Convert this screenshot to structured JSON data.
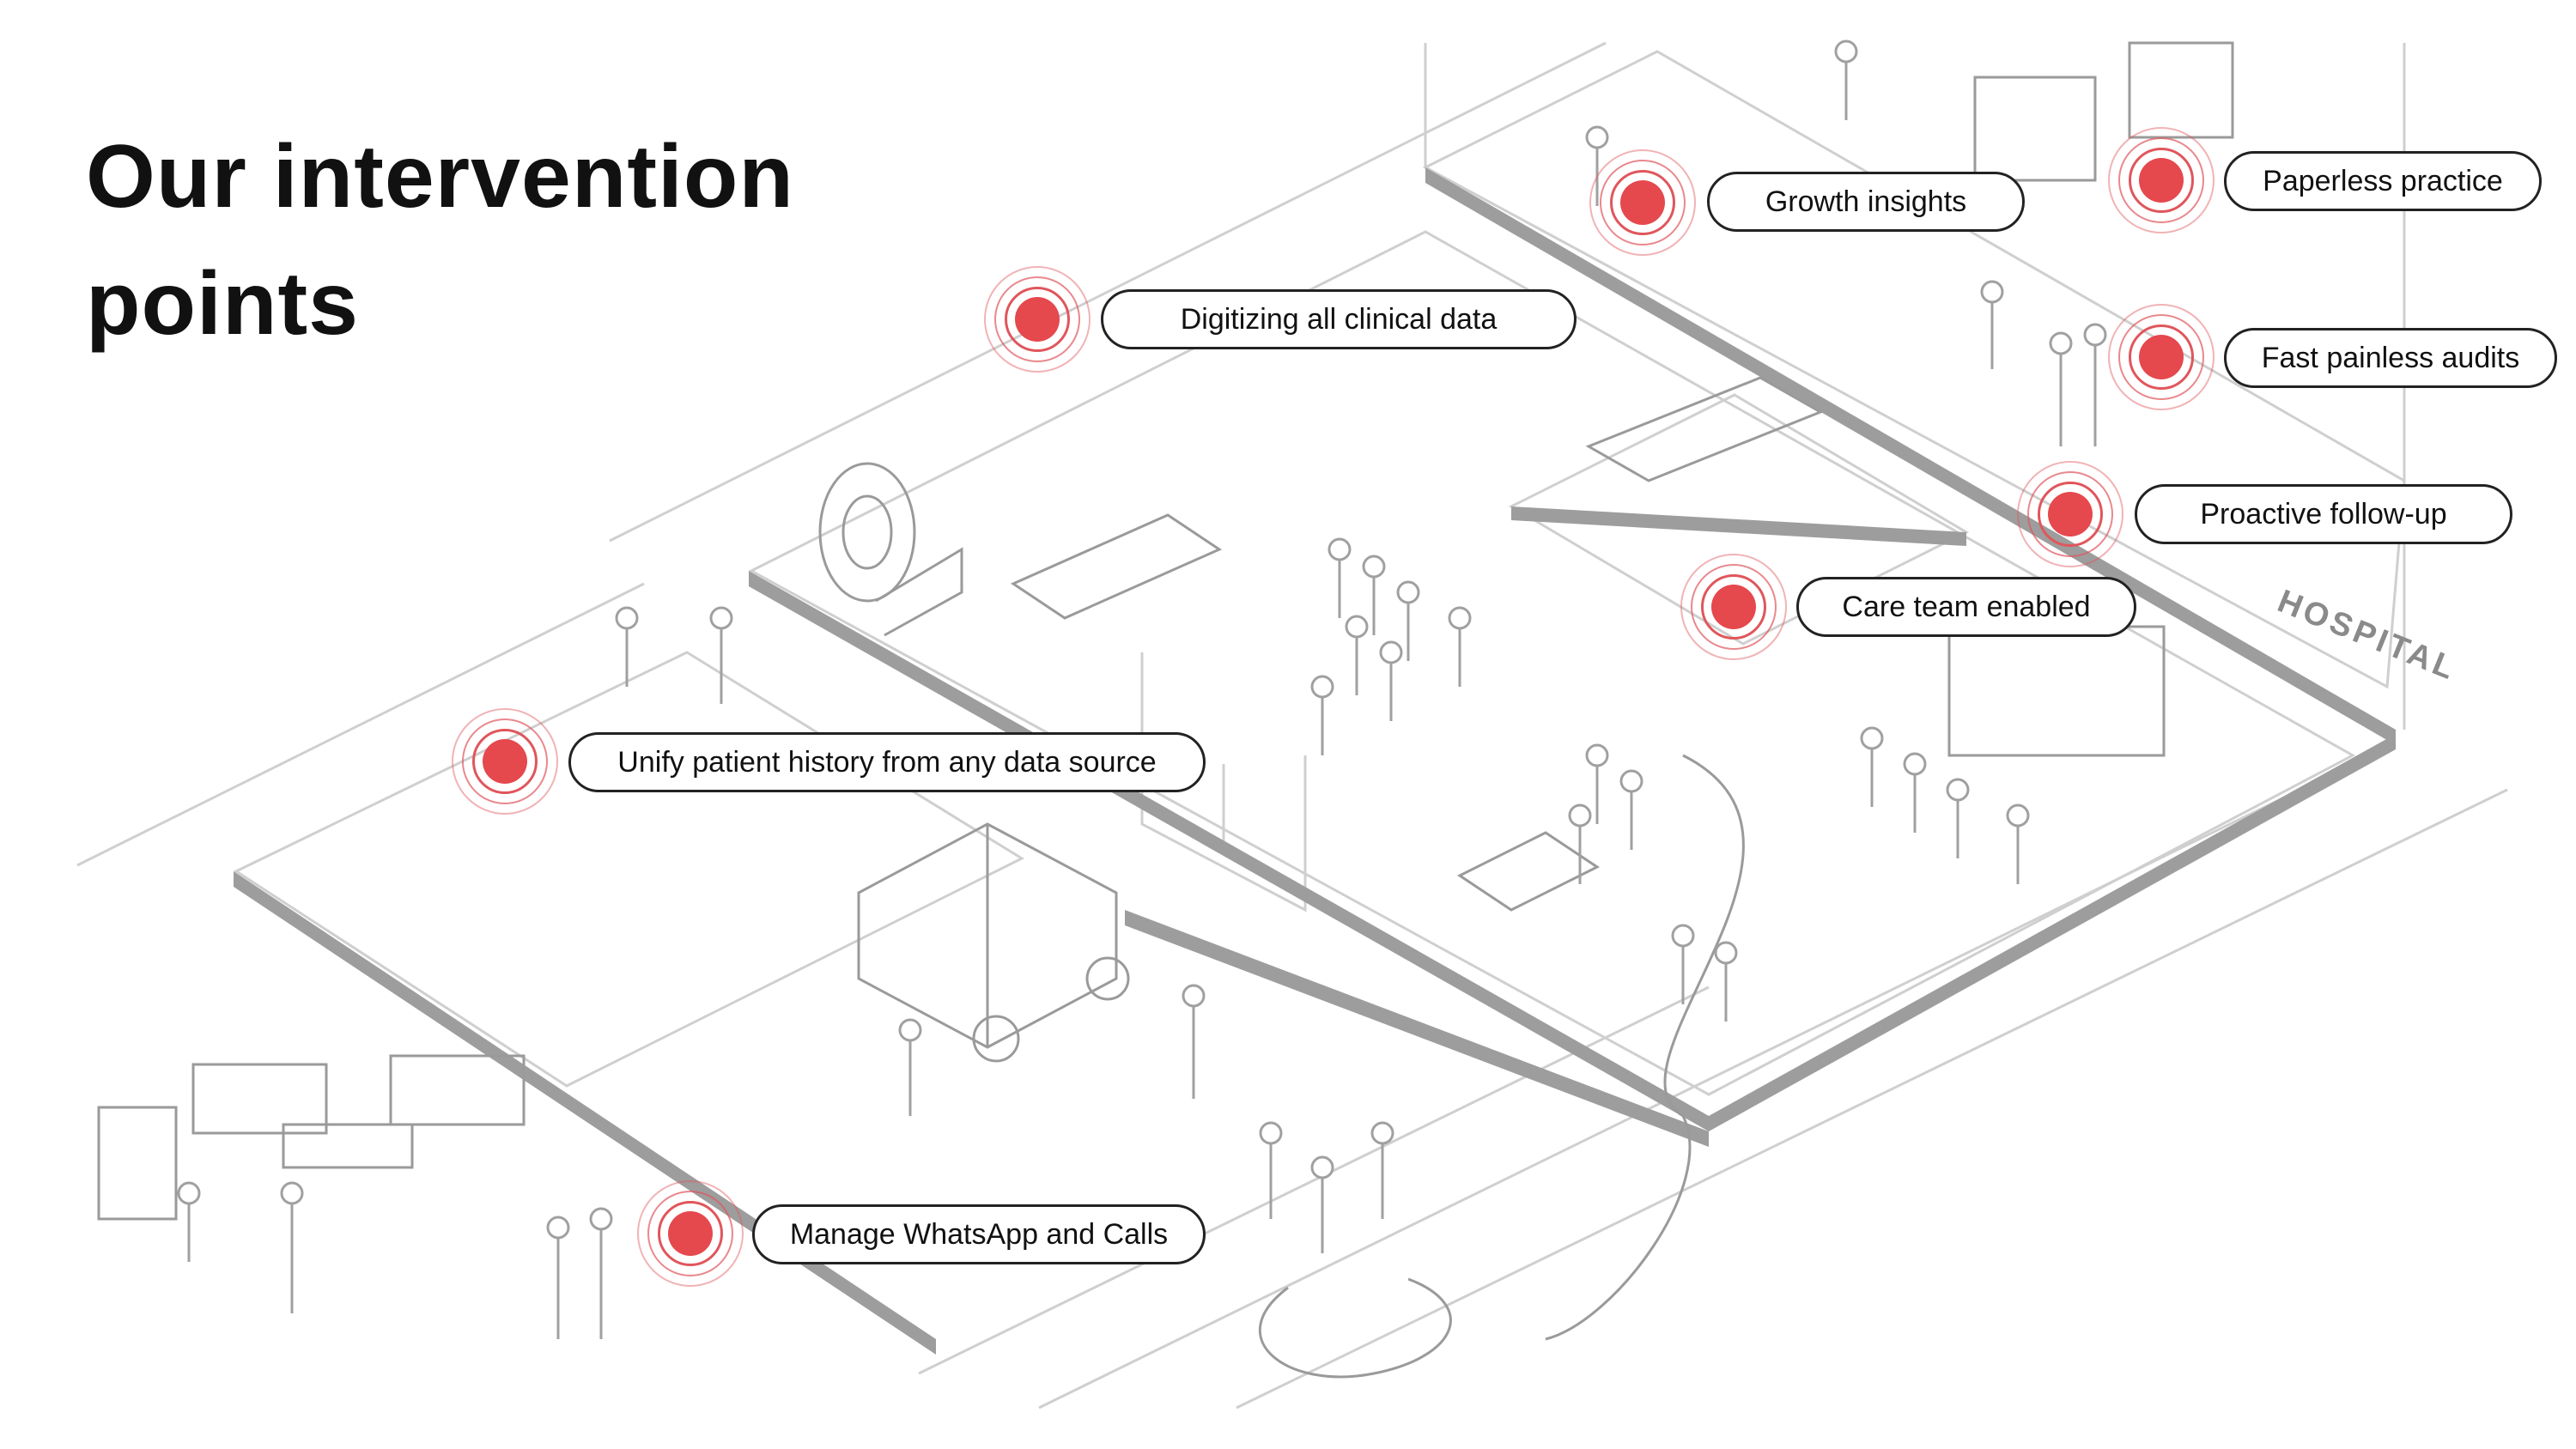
{
  "title": {
    "line1": "Our intervention",
    "line2": "points"
  },
  "colors": {
    "marker": "#e5484d",
    "ink": "#111111",
    "illustration_gray": "#9a9a9a"
  },
  "illustration": {
    "signage": {
      "hospital": "HOSPITAL"
    }
  },
  "callouts": [
    {
      "id": "growth-insights",
      "label": "Growth insights"
    },
    {
      "id": "paperless-practice",
      "label": "Paperless practice"
    },
    {
      "id": "digitizing-clinical-data",
      "label": "Digitizing all clinical data"
    },
    {
      "id": "fast-painless-audits",
      "label": "Fast painless audits"
    },
    {
      "id": "proactive-follow-up",
      "label": "Proactive follow-up"
    },
    {
      "id": "care-team-enabled",
      "label": "Care team enabled"
    },
    {
      "id": "unify-patient-history",
      "label": "Unify patient history from any data source"
    },
    {
      "id": "manage-whatsapp-calls",
      "label": "Manage WhatsApp and Calls"
    }
  ]
}
